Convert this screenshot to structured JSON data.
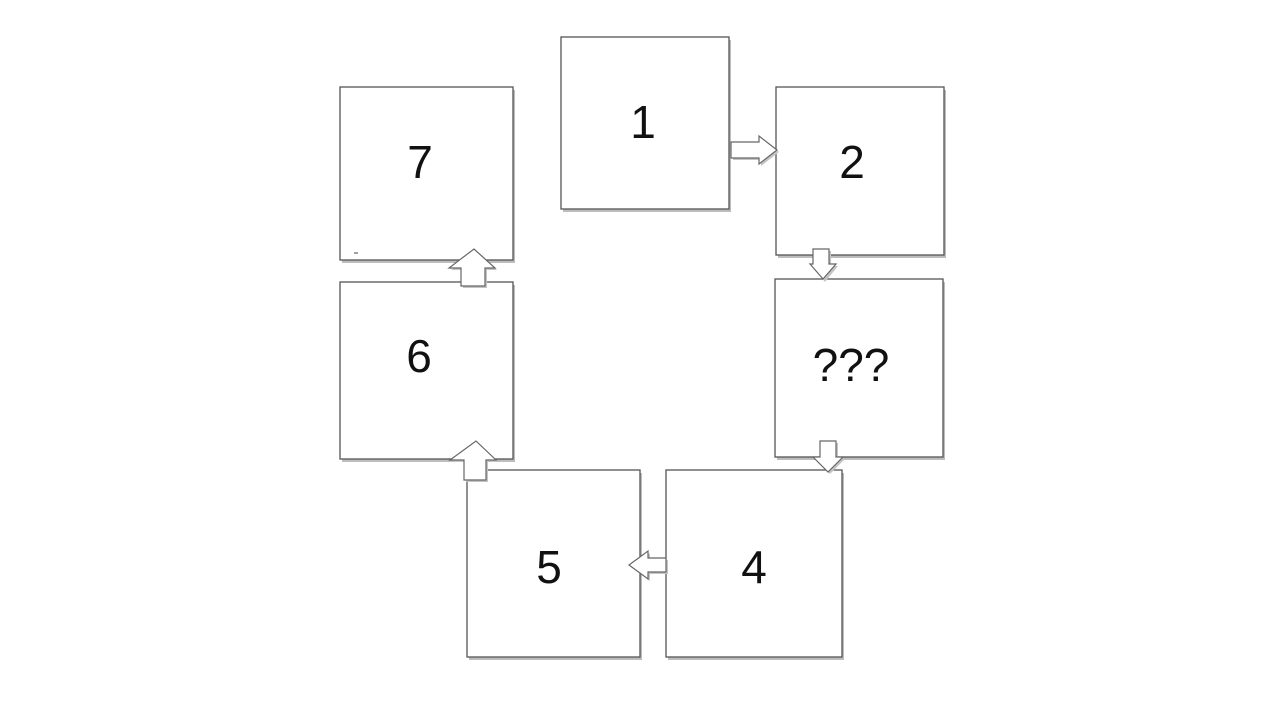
{
  "diagram": {
    "boxes": [
      {
        "id": "box-1",
        "label": "1"
      },
      {
        "id": "box-2",
        "label": "2"
      },
      {
        "id": "box-3",
        "label": "???"
      },
      {
        "id": "box-4",
        "label": "4"
      },
      {
        "id": "box-5",
        "label": "5"
      },
      {
        "id": "box-6",
        "label": "6"
      },
      {
        "id": "box-7",
        "label": "7"
      }
    ],
    "arrows": [
      {
        "from": "1",
        "to": "2"
      },
      {
        "from": "2",
        "to": "???"
      },
      {
        "from": "???",
        "to": "4"
      },
      {
        "from": "4",
        "to": "5"
      },
      {
        "from": "5",
        "to": "6"
      },
      {
        "from": "6",
        "to": "7"
      }
    ]
  }
}
